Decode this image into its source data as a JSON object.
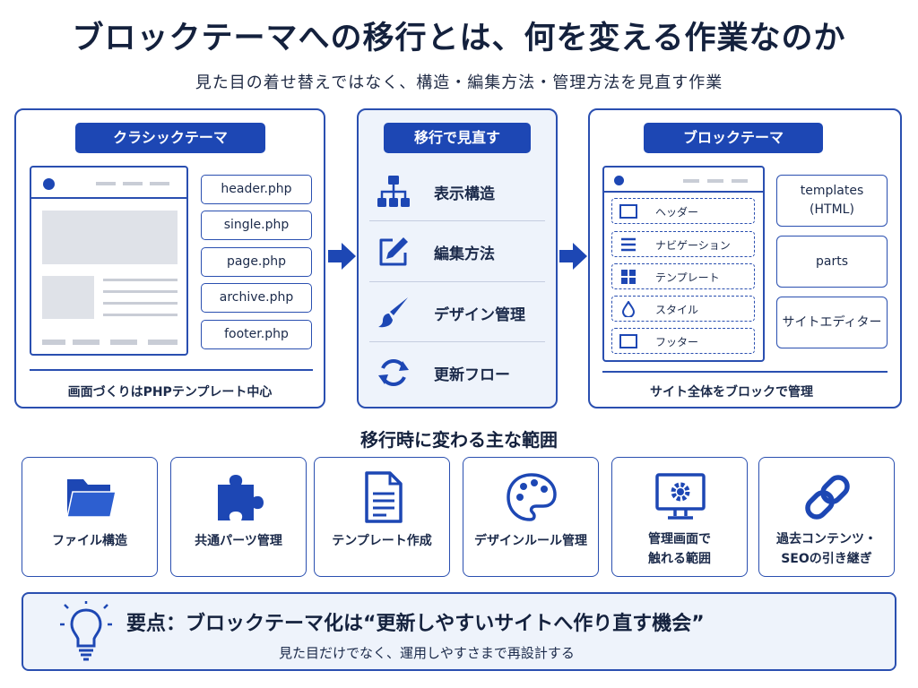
{
  "title": "ブロックテーマへの移行とは、何を変える作業なのか",
  "subtitle": "見た目の着せ替えではなく、構造・編集方法・管理方法を見直す作業",
  "classic": {
    "heading": "クラシックテーマ",
    "files": [
      "header.php",
      "single.php",
      "page.php",
      "archive.php",
      "footer.php"
    ],
    "caption": "画面づくりはPHPテンプレート中心"
  },
  "migration": {
    "heading": "移行で見直す",
    "items": [
      {
        "label": "表示構造",
        "icon": "sitemap-icon"
      },
      {
        "label": "編集方法",
        "icon": "edit-icon"
      },
      {
        "label": "デザイン管理",
        "icon": "paintbrush-icon"
      },
      {
        "label": "更新フロー",
        "icon": "refresh-icon"
      }
    ]
  },
  "block": {
    "heading": "ブロックテーマ",
    "items": [
      {
        "label": "ヘッダー",
        "icon": "rectangle-icon"
      },
      {
        "label": "ナビゲーション",
        "icon": "menu-lines-icon"
      },
      {
        "label": "テンプレート",
        "icon": "grid-icon"
      },
      {
        "label": "スタイル",
        "icon": "droplet-icon"
      },
      {
        "label": "フッター",
        "icon": "rectangle-icon"
      }
    ],
    "side": [
      "templates\n(HTML)",
      "parts",
      "サイトエディター"
    ],
    "caption": "サイト全体をブロックで管理"
  },
  "scope": {
    "heading": "移行時に変わる主な範囲",
    "cards": [
      {
        "label": "ファイル構造",
        "icon": "folder-icon"
      },
      {
        "label": "共通パーツ管理",
        "icon": "puzzle-icon"
      },
      {
        "label": "テンプレート作成",
        "icon": "document-icon"
      },
      {
        "label": "デザインルール管理",
        "icon": "palette-icon"
      },
      {
        "label": "管理画面で\n触れる範囲",
        "icon": "monitor-gear-icon"
      },
      {
        "label": "過去コンテンツ・\nSEOの引き継ぎ",
        "icon": "link-icon"
      }
    ]
  },
  "summary": {
    "main": "要点：ブロックテーマ化は“更新しやすいサイトへ作り直す機会”",
    "sub": "見た目だけでなく、運用しやすさまで再設計する"
  },
  "colors": {
    "accent": "#1d47b4",
    "border": "#2a4fb0",
    "text": "#1b2a4a"
  }
}
